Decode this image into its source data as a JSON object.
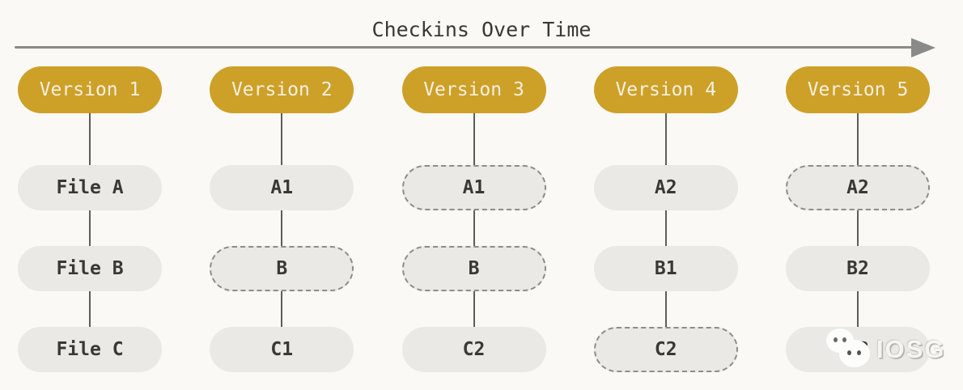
{
  "title": "Checkins Over Time",
  "colors": {
    "accent_gold": "#CDA028",
    "version_text": "#F5F0E2",
    "file_pill_bg": "#EAE9E5",
    "page_bg": "#FAF9F6",
    "text_dark": "#3A3834",
    "connector": "#5F5D59",
    "arrow": "#8A8A88",
    "dashed_border": "#8E8C88"
  },
  "watermark": {
    "icon": "wechat-chat-bubbles-icon",
    "text": "IOSG"
  },
  "columns": [
    {
      "version": "Version 1",
      "files": [
        {
          "label": "File A",
          "dashed": false
        },
        {
          "label": "File B",
          "dashed": false
        },
        {
          "label": "File C",
          "dashed": false
        }
      ]
    },
    {
      "version": "Version 2",
      "files": [
        {
          "label": "A1",
          "dashed": false
        },
        {
          "label": "B",
          "dashed": true
        },
        {
          "label": "C1",
          "dashed": false
        }
      ]
    },
    {
      "version": "Version 3",
      "files": [
        {
          "label": "A1",
          "dashed": true
        },
        {
          "label": "B",
          "dashed": true
        },
        {
          "label": "C2",
          "dashed": false
        }
      ]
    },
    {
      "version": "Version 4",
      "files": [
        {
          "label": "A2",
          "dashed": false
        },
        {
          "label": "B1",
          "dashed": false
        },
        {
          "label": "C2",
          "dashed": true
        }
      ]
    },
    {
      "version": "Version 5",
      "files": [
        {
          "label": "A2",
          "dashed": true
        },
        {
          "label": "B2",
          "dashed": false
        },
        {
          "label": "C3",
          "dashed": false,
          "watermarked": true
        }
      ]
    }
  ]
}
